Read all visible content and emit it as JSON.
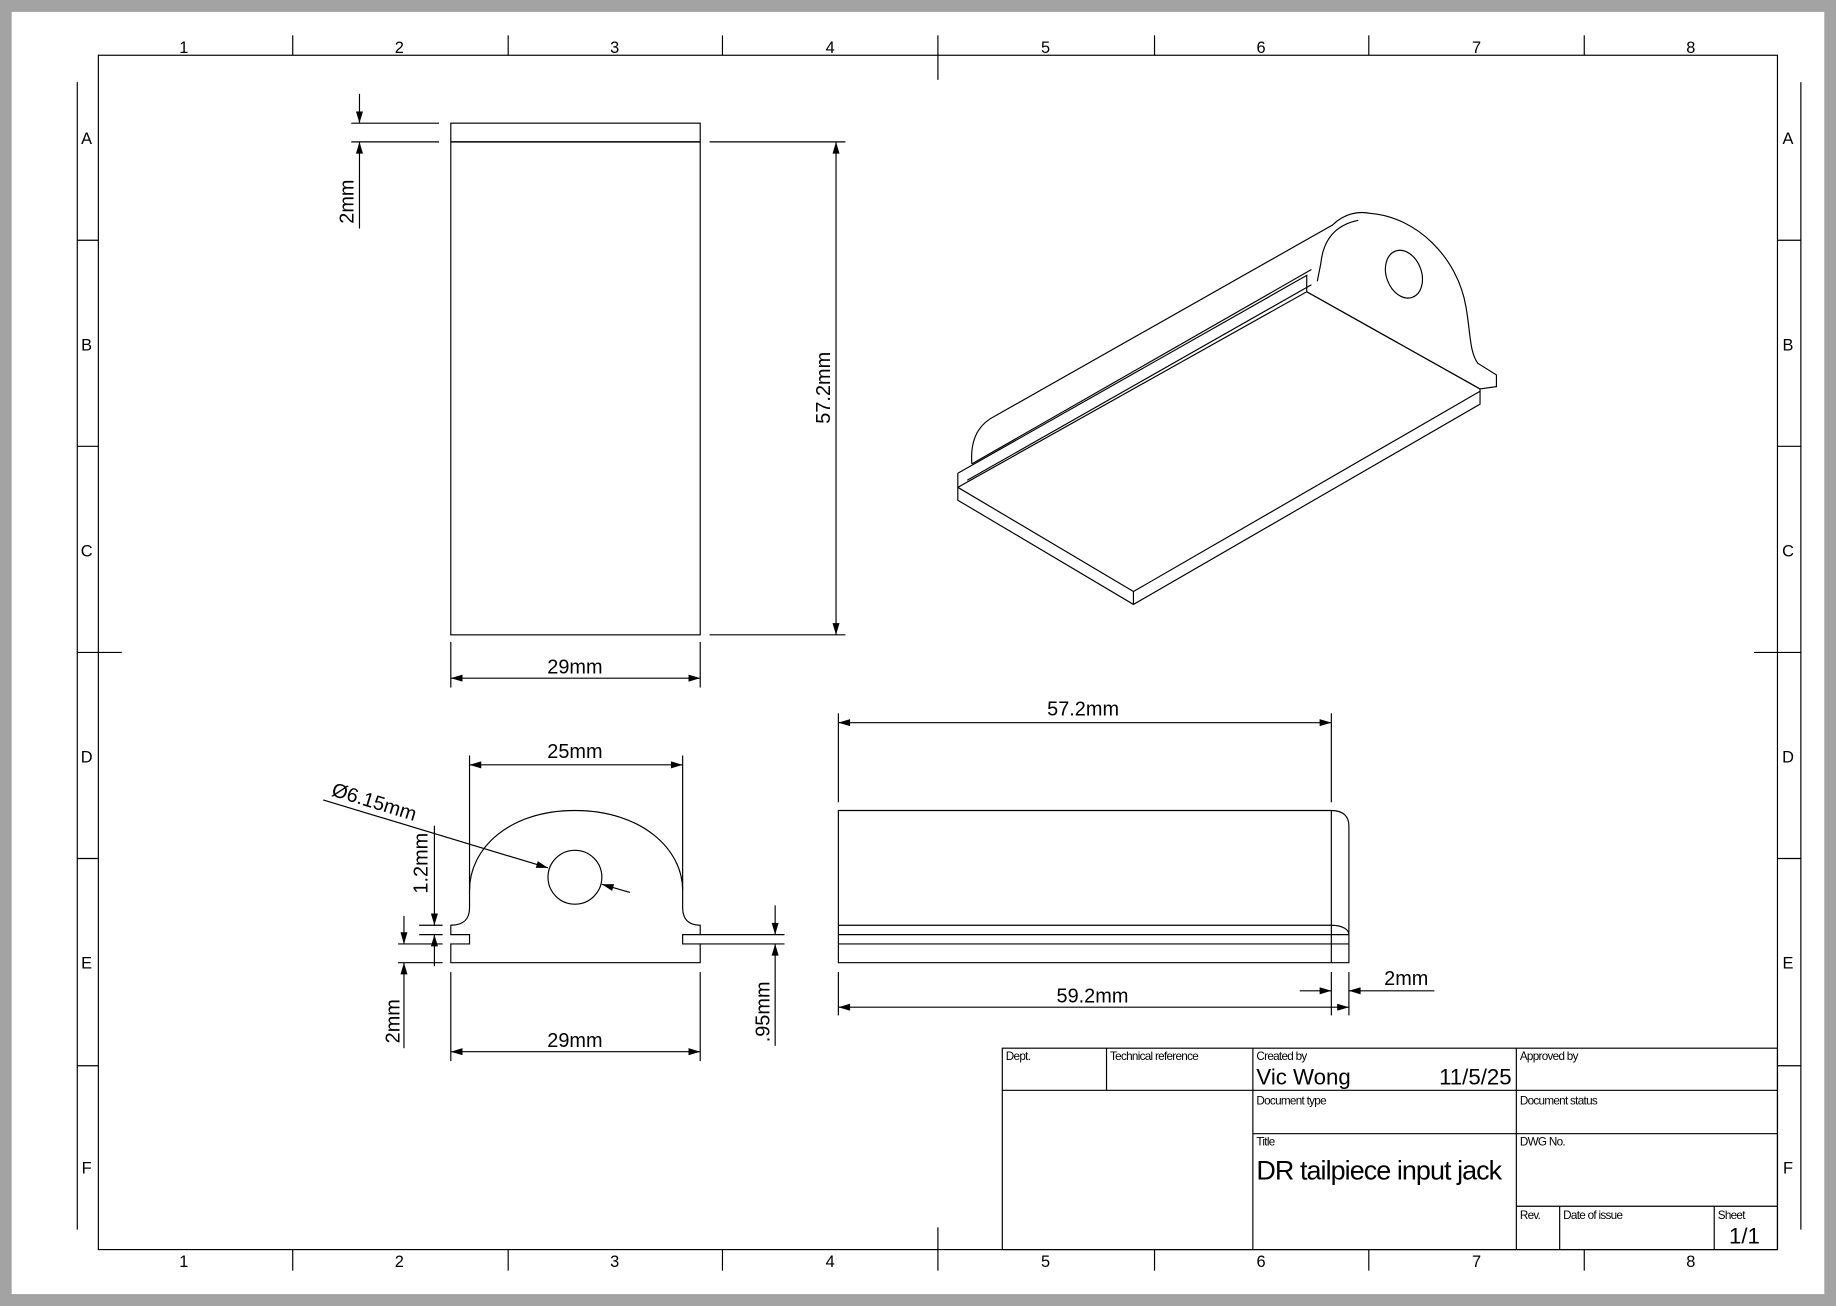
{
  "sheet": {
    "columns": [
      "1",
      "2",
      "3",
      "4",
      "5",
      "6",
      "7",
      "8"
    ],
    "rows": [
      "A",
      "B",
      "C",
      "D",
      "E",
      "F"
    ]
  },
  "dimensions": {
    "top_view_thickness": "2mm",
    "top_view_length": "57.2mm",
    "top_view_width": "29mm",
    "front_inner_width": "25mm",
    "hole_diameter": "Ø6.15mm",
    "flange_height": "1.2mm",
    "base_thickness": "2mm",
    "front_width": "29mm",
    "flange_gap": ".95mm",
    "side_length_top": "57.2mm",
    "side_length_bottom": "59.2mm",
    "side_lip": "2mm"
  },
  "title_block": {
    "dept_label": "Dept.",
    "tech_ref_label": "Technical reference",
    "created_by_label": "Created by",
    "created_by": "Vic Wong",
    "date": "11/5/25",
    "approved_by_label": "Approved by",
    "doc_type_label": "Document type",
    "doc_status_label": "Document status",
    "title_label": "Title",
    "title": "DR tailpiece input jack",
    "dwg_no_label": "DWG No.",
    "rev_label": "Rev.",
    "date_of_issue_label": "Date of issue",
    "sheet_label": "Sheet",
    "sheet": "1/1"
  }
}
